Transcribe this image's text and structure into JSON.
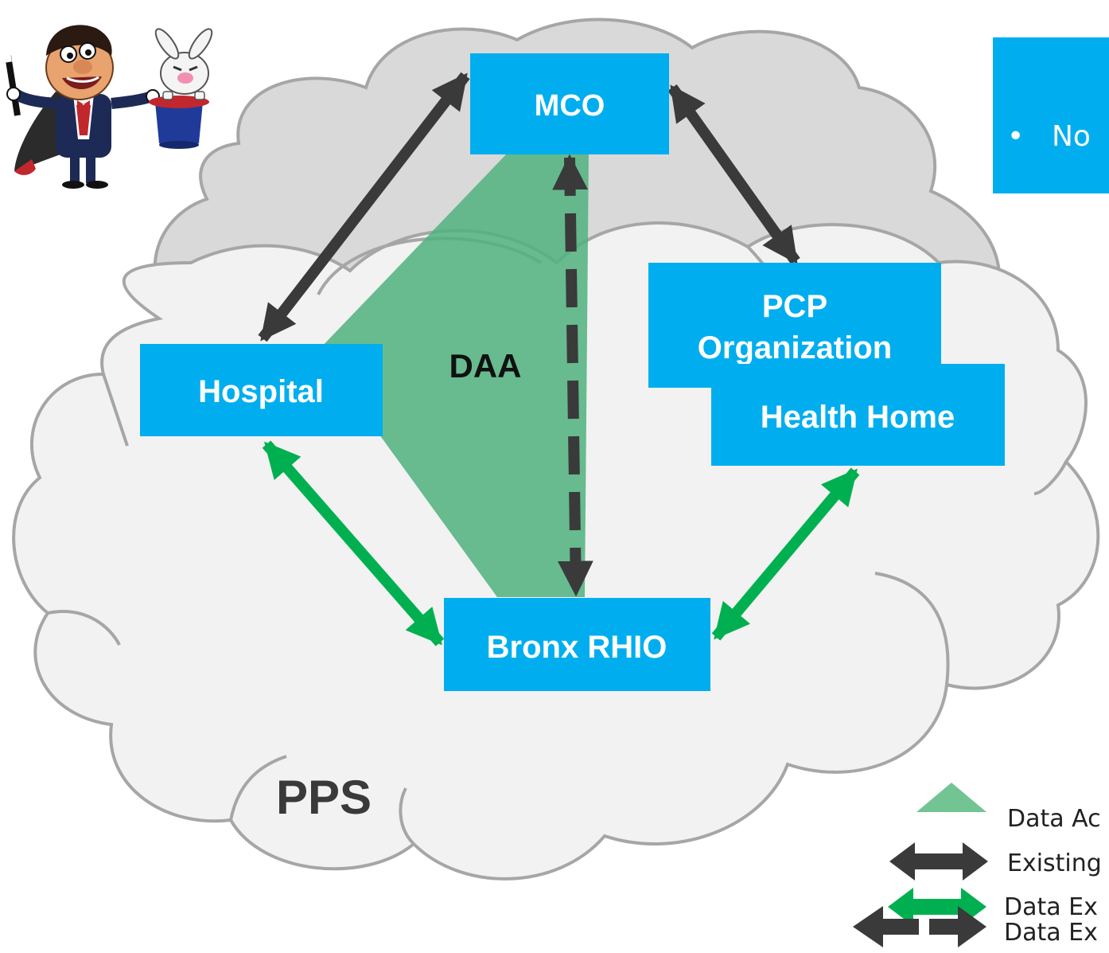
{
  "nodes": {
    "mco": "MCO",
    "hospital": "Hospital",
    "pcp_line1": "PCP",
    "pcp_line2": "Organization",
    "health_home": "Health Home",
    "bronx_rhio": "Bronx RHIO"
  },
  "labels": {
    "daa": "DAA",
    "pps": "PPS"
  },
  "info_box": {
    "bullet": "•",
    "text": "No"
  },
  "legend": [
    {
      "label": "Data Ac",
      "icon": "green-triangle-icon"
    },
    {
      "label": "Existing",
      "icon": "dark-double-arrow-icon"
    },
    {
      "label": "Data Ex",
      "icon": "green-double-arrow-icon"
    },
    {
      "label": "Data Ex",
      "icon": "dashed-double-arrow-icon"
    }
  ],
  "colors": {
    "box_fill": "#00aeef",
    "daa_fill": "#4fb27e",
    "dark_arrow": "#3a3a3a",
    "green_arrow": "#00b050",
    "cloud_back": "#d9d9d9",
    "cloud_front": "#f2f2f2",
    "cloud_stroke": "#a6a6a6"
  }
}
